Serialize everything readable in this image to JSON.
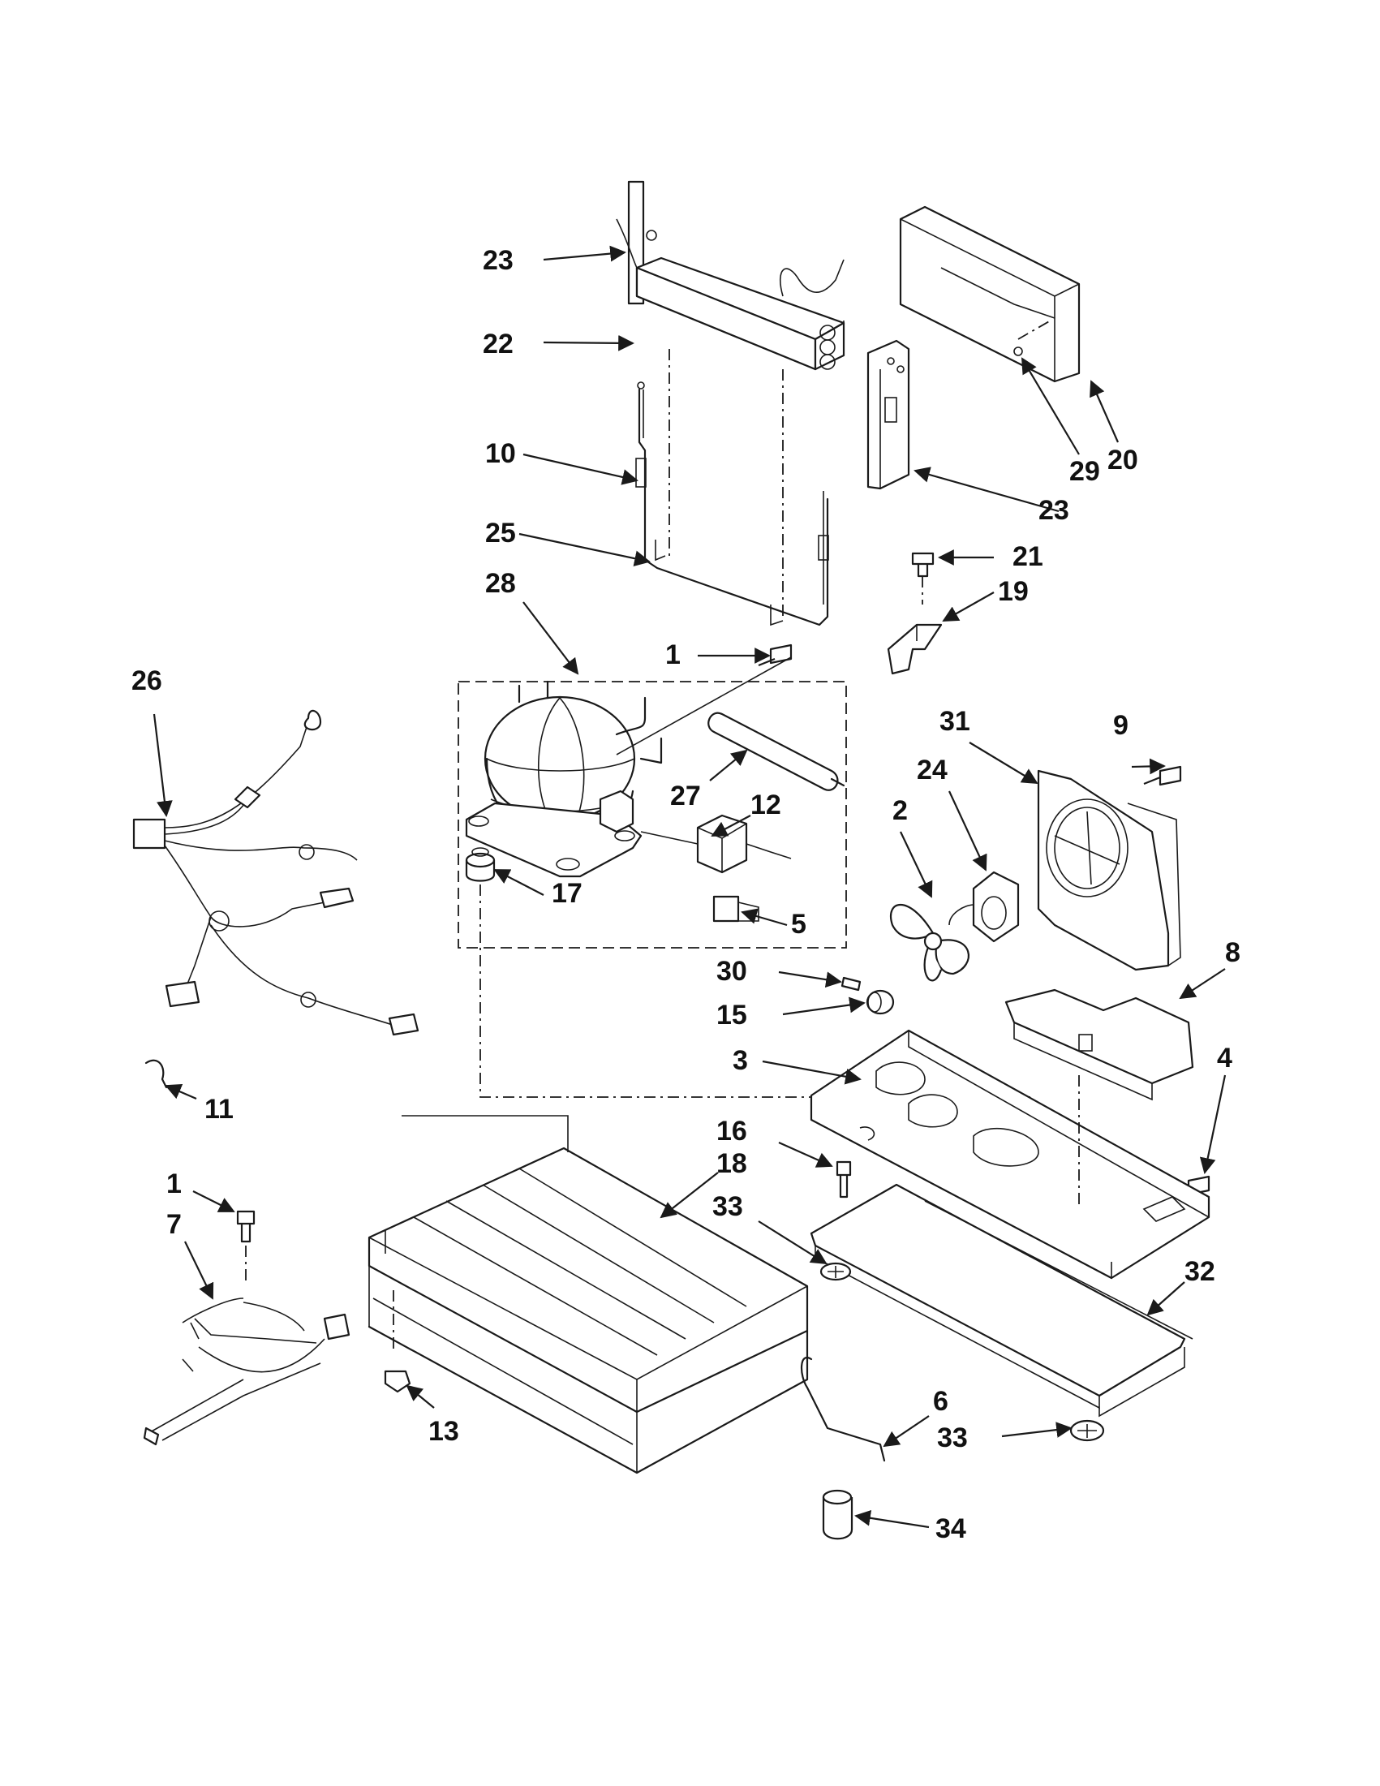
{
  "diagram": {
    "colors": {
      "ink": "#1a1a1a",
      "background": "#ffffff"
    },
    "callouts": [
      "23",
      "22",
      "10",
      "25",
      "28",
      "1",
      "26",
      "27",
      "12",
      "17",
      "5",
      "31",
      "9",
      "24",
      "2",
      "30",
      "15",
      "3",
      "8",
      "4",
      "16",
      "18",
      "33",
      "11",
      "1",
      "7",
      "32",
      "6",
      "33",
      "13",
      "34",
      "29",
      "20",
      "23",
      "21",
      "19"
    ]
  }
}
